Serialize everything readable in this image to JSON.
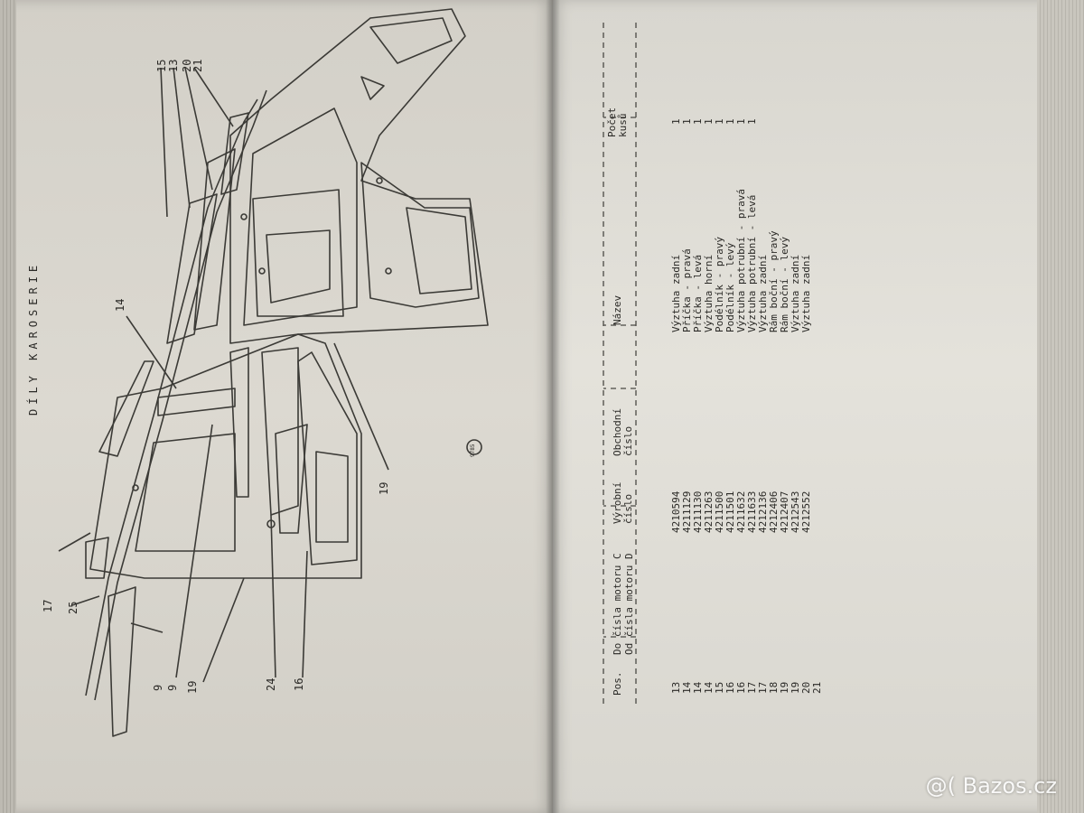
{
  "left_page": {
    "section_title": "DÍLY KAROSERIE",
    "diagram_labels": [
      "15",
      "13",
      "20",
      "21",
      "14",
      "17",
      "25",
      "9",
      "9",
      "19",
      "24",
      "16",
      "19"
    ],
    "stamp": "9785"
  },
  "table": {
    "headers": {
      "pos": "Pos.",
      "engine_to": "Do čísla motoru C",
      "engine_from": "Od čísla motoru D",
      "manufacturer_number": "Výrobní číslo",
      "trade_number": "Obchodní číslo",
      "name": "Název",
      "quantity": "Počet kusů"
    },
    "rows": [
      {
        "pos": "13",
        "number": "4210594",
        "name": "Výztuha zadní",
        "qty": "1"
      },
      {
        "pos": "14",
        "number": "4211129",
        "name": "Příčka - pravá",
        "qty": "1"
      },
      {
        "pos": "14",
        "number": "4211130",
        "name": "Příčka - levá",
        "qty": "1"
      },
      {
        "pos": "14",
        "number": "4211263",
        "name": "Výztuha horní",
        "qty": "1"
      },
      {
        "pos": "15",
        "number": "4211500",
        "name": "Podélník - pravý",
        "qty": "1"
      },
      {
        "pos": "16",
        "number": "4211501",
        "name": "Podélník - levý",
        "qty": "1"
      },
      {
        "pos": "16",
        "number": "4211632",
        "name": "Výztuha potrubní - pravá",
        "qty": "1"
      },
      {
        "pos": "17",
        "number": "4211633",
        "name": "Výztuha potrubní - levá",
        "qty": "1"
      },
      {
        "pos": "17",
        "number": "4212136",
        "name": "Výztuha zadní",
        "qty": ""
      },
      {
        "pos": "18",
        "number": "4212406",
        "name": "Rám boční - pravý",
        "qty": ""
      },
      {
        "pos": "19",
        "number": "4212407",
        "name": "Rám boční - levý",
        "qty": ""
      },
      {
        "pos": "19",
        "number": "4212543",
        "name": "Výztuha zadní",
        "qty": ""
      },
      {
        "pos": "20",
        "number": "4212552",
        "name": "Výztuha zadní",
        "qty": ""
      },
      {
        "pos": "21",
        "number": "",
        "name": "",
        "qty": ""
      }
    ]
  },
  "watermark": "@( Bazos.cz"
}
